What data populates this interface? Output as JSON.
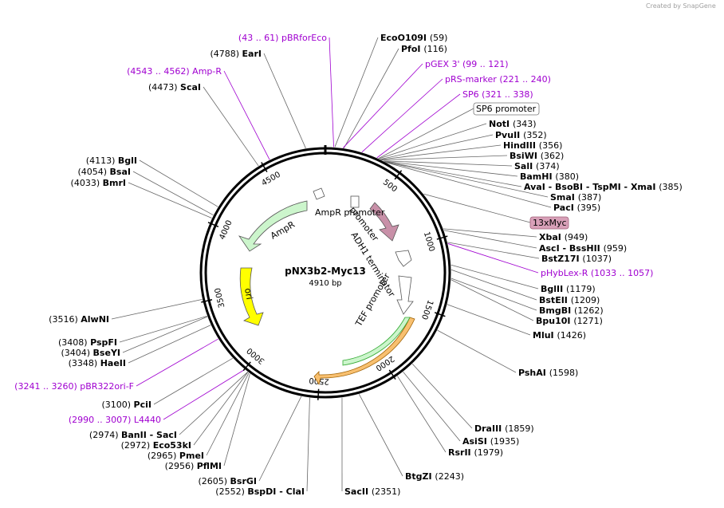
{
  "watermark": "Created by SnapGene",
  "plasmid": {
    "name": "pNX3b2-Myc13",
    "length_label": "4910 bp",
    "length": 4910
  },
  "ticks": [
    "500",
    "1000",
    "1500",
    "2000",
    "2500",
    "3000",
    "3500",
    "4000",
    "4500"
  ],
  "features": [
    {
      "name": "AmpR promoter",
      "color": "#ffffff",
      "type": "arrow"
    },
    {
      "name": "AmpR",
      "color": "#ccf5cc",
      "type": "arrow"
    },
    {
      "name": "ori",
      "color": "#ffff00",
      "type": "arrow"
    },
    {
      "name": "ADH1 terminator",
      "color": "#ffffff",
      "type": "arrow"
    },
    {
      "name": "TEF promoter",
      "color": "#ffffff",
      "type": "arrow"
    },
    {
      "name": "13xMyc",
      "color": "#d8a0b8",
      "type": "arrow"
    }
  ],
  "left_labels": [
    {
      "kind": "feat",
      "text": "(43 .. 61)  pBRforEco"
    },
    {
      "kind": "enz",
      "pos": "(4788)",
      "name": "EarI"
    },
    {
      "kind": "feat",
      "text": "(4543 .. 4562)  Amp-R"
    },
    {
      "kind": "enz",
      "pos": "(4473)",
      "name": "ScaI"
    },
    {
      "kind": "enz",
      "pos": "(4113)",
      "name": "BglI"
    },
    {
      "kind": "enz",
      "pos": "(4054)",
      "name": "BsaI"
    },
    {
      "kind": "enz",
      "pos": "(4033)",
      "name": "BmrI"
    },
    {
      "kind": "enz",
      "pos": "(3516)",
      "name": "AlwNI"
    },
    {
      "kind": "enz",
      "pos": "(3408)",
      "name": "PspFI"
    },
    {
      "kind": "enz",
      "pos": "(3404)",
      "name": "BseYI"
    },
    {
      "kind": "enz",
      "pos": "(3348)",
      "name": "HaeII"
    },
    {
      "kind": "feat",
      "text": "(3241 .. 3260)  pBR322ori-F"
    },
    {
      "kind": "enz",
      "pos": "(3100)",
      "name": "PciI"
    },
    {
      "kind": "feat",
      "text": "(2990 .. 3007)  L4440"
    },
    {
      "kind": "enz",
      "pos": "(2974)",
      "name": "BanII  - SacI"
    },
    {
      "kind": "enz",
      "pos": "(2972)",
      "name": "Eco53kI"
    },
    {
      "kind": "enz",
      "pos": "(2965)",
      "name": "PmeI"
    },
    {
      "kind": "enz",
      "pos": "(2956)",
      "name": "PflMI"
    },
    {
      "kind": "enz",
      "pos": "(2605)",
      "name": "BsrGI"
    },
    {
      "kind": "enz",
      "pos": "(2552)",
      "name": "BspDI  - ClaI"
    }
  ],
  "right_labels": [
    {
      "kind": "enz",
      "name": "EcoO109I",
      "pos": "(59)"
    },
    {
      "kind": "enz",
      "name": "PfoI",
      "pos": "(116)"
    },
    {
      "kind": "feat",
      "text": "pGEX 3'   (99 .. 121)"
    },
    {
      "kind": "feat",
      "text": "pRS-marker   (221 .. 240)"
    },
    {
      "kind": "feat",
      "text": "SP6   (321 .. 338)"
    },
    {
      "kind": "box",
      "text": "SP6 promoter"
    },
    {
      "kind": "enz",
      "name": "NotI",
      "pos": "(343)"
    },
    {
      "kind": "enz",
      "name": "PvuII",
      "pos": "(352)"
    },
    {
      "kind": "enz",
      "name": "HindIII",
      "pos": "(356)"
    },
    {
      "kind": "enz",
      "name": "BsiWI",
      "pos": "(362)"
    },
    {
      "kind": "enz",
      "name": "SalI",
      "pos": "(374)"
    },
    {
      "kind": "enz",
      "name": "BamHI",
      "pos": "(380)"
    },
    {
      "kind": "enz",
      "name": "AvaI  - BsoBI  - TspMI  - XmaI",
      "pos": "(385)"
    },
    {
      "kind": "enz",
      "name": "SmaI",
      "pos": "(387)"
    },
    {
      "kind": "enz",
      "name": "PacI",
      "pos": "(395)"
    },
    {
      "kind": "box",
      "text": "13xMyc"
    },
    {
      "kind": "enz",
      "name": "XbaI",
      "pos": "(949)"
    },
    {
      "kind": "enz",
      "name": "AscI  - BssHII",
      "pos": "(959)"
    },
    {
      "kind": "enz",
      "name": "BstZ17I",
      "pos": "(1037)"
    },
    {
      "kind": "feat",
      "text": "pHybLex-R   (1033 .. 1057)"
    },
    {
      "kind": "enz",
      "name": "BglII",
      "pos": "(1179)"
    },
    {
      "kind": "enz",
      "name": "BstEII",
      "pos": "(1209)"
    },
    {
      "kind": "enz",
      "name": "BmgBI",
      "pos": "(1262)"
    },
    {
      "kind": "enz",
      "name": "Bpu10I",
      "pos": "(1271)"
    },
    {
      "kind": "enz",
      "name": "MluI",
      "pos": "(1426)"
    },
    {
      "kind": "enz",
      "name": "PshAI",
      "pos": "(1598)"
    },
    {
      "kind": "enz",
      "name": "DraIII",
      "pos": "(1859)"
    },
    {
      "kind": "enz",
      "name": "AsiSI",
      "pos": "(1935)"
    },
    {
      "kind": "enz",
      "name": "RsrII",
      "pos": "(1979)"
    },
    {
      "kind": "enz",
      "name": "BtgZI",
      "pos": "(2243)"
    },
    {
      "kind": "enz",
      "name": "SacII",
      "pos": "(2351)"
    }
  ],
  "colors": {
    "feature_label": "#a000d0",
    "ring": "#000000",
    "myc_box": "#d8a0b8"
  }
}
